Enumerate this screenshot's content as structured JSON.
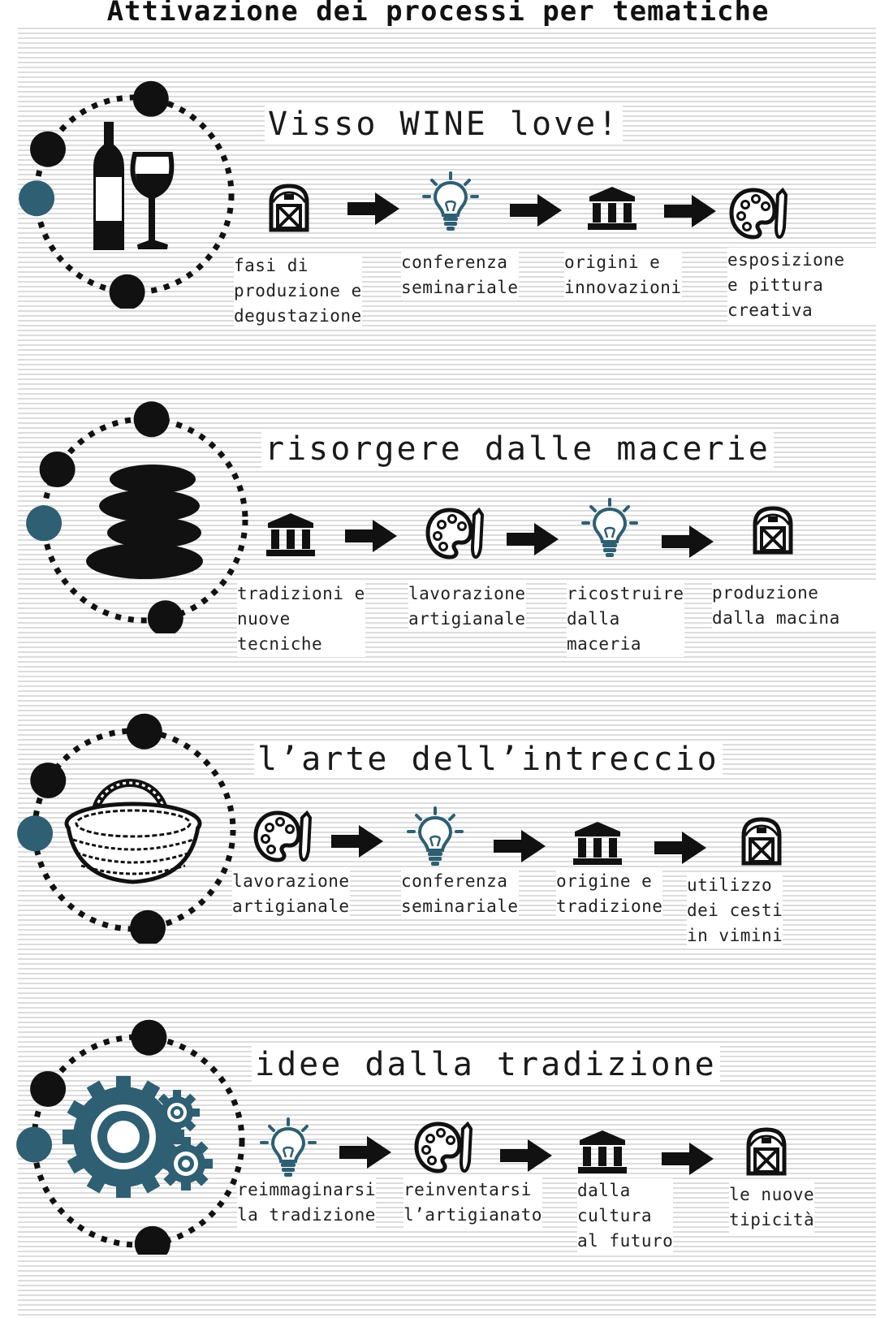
{
  "title": "Attivazione dei processi per tematiche",
  "colors": {
    "accent": "#2e5f73",
    "ink": "#111111"
  },
  "themes": [
    {
      "title": "Visso WINE love!",
      "main_icon": "wine-bottle-glass-icon",
      "steps": [
        {
          "icon": "barn-icon",
          "label": "fasi di\nproduzione e\ndegustazione"
        },
        {
          "icon": "lightbulb-icon",
          "label": "conferenza\nseminariale"
        },
        {
          "icon": "museum-icon",
          "label": "origini e\ninnovazioni"
        },
        {
          "icon": "palette-icon",
          "label": "esposizione\ne pittura\ncreativa"
        }
      ]
    },
    {
      "title": "risorgere dalle macerie",
      "main_icon": "stacked-stones-icon",
      "steps": [
        {
          "icon": "museum-icon",
          "label": "tradizioni e\nnuove\ntecniche"
        },
        {
          "icon": "palette-icon",
          "label": "lavorazione\nartigianale"
        },
        {
          "icon": "lightbulb-icon",
          "label": "ricostruire\ndalla\nmaceria"
        },
        {
          "icon": "barn-icon",
          "label": "produzione\ndalla macina"
        }
      ]
    },
    {
      "title": "l’arte dell’intreccio",
      "main_icon": "wicker-basket-icon",
      "steps": [
        {
          "icon": "palette-icon",
          "label": "lavorazione\nartigianale"
        },
        {
          "icon": "lightbulb-icon",
          "label": "conferenza\nseminariale"
        },
        {
          "icon": "museum-icon",
          "label": "origine e\ntradizione"
        },
        {
          "icon": "barn-icon",
          "label": "utilizzo\ndei cesti\nin vimini"
        }
      ]
    },
    {
      "title": "idee dalla tradizione",
      "main_icon": "gears-icon",
      "steps": [
        {
          "icon": "lightbulb-icon",
          "label": "reimmaginarsi\nla tradizione"
        },
        {
          "icon": "palette-icon",
          "label": "reinventarsi\nl’artigianato"
        },
        {
          "icon": "museum-icon",
          "label": "dalla\ncultura\nal futuro"
        },
        {
          "icon": "barn-icon",
          "label": "le nuove\ntipicità"
        }
      ]
    }
  ]
}
